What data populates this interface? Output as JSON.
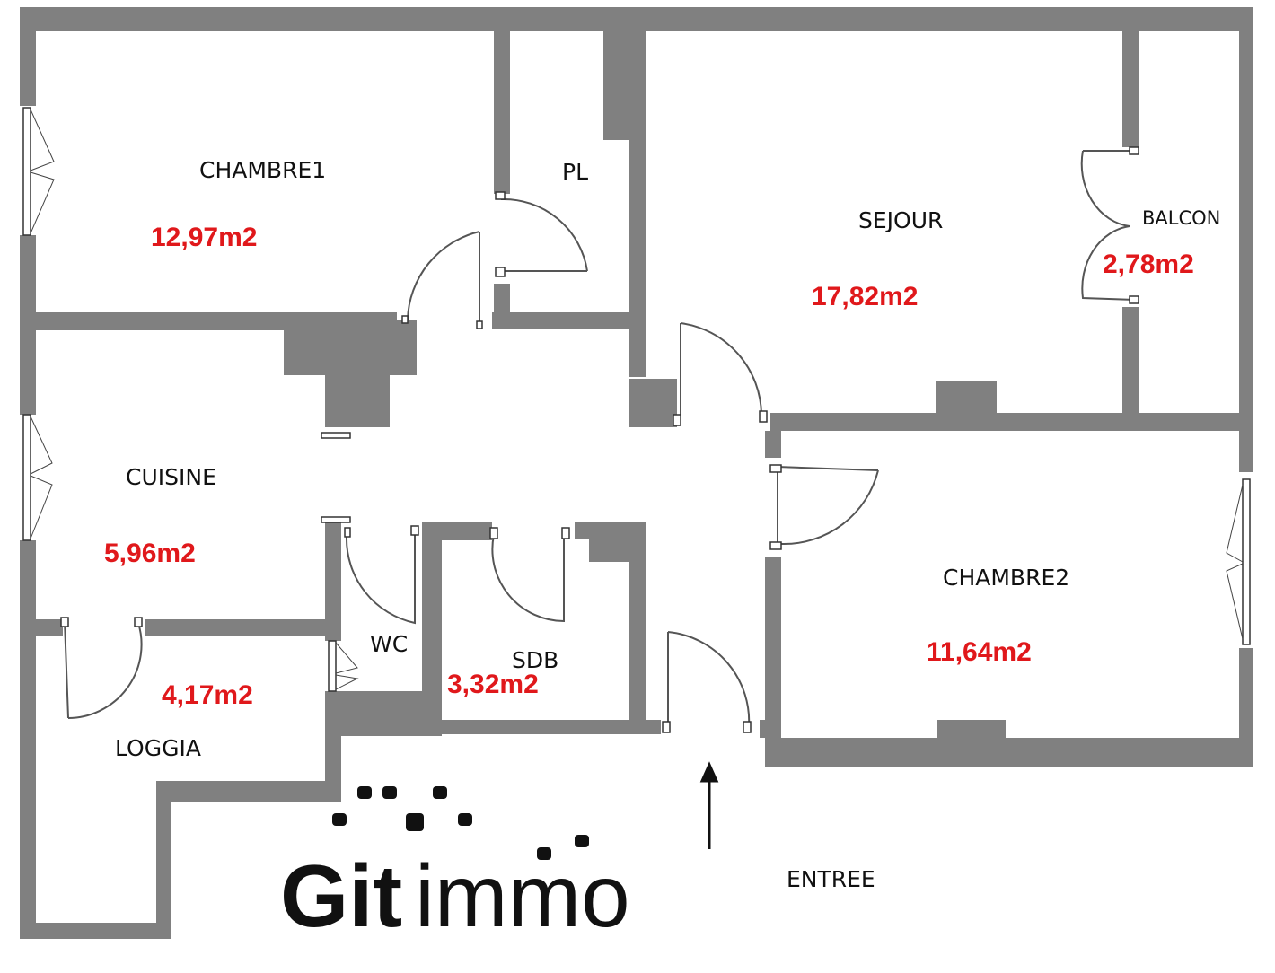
{
  "rooms": {
    "chambre1": {
      "name": "CHAMBRE1",
      "area": "12,97m2"
    },
    "pl": {
      "name": "PL"
    },
    "sejour": {
      "name": "SEJOUR",
      "area": "17,82m2"
    },
    "balcon": {
      "name": "BALCON",
      "area": "2,78m2"
    },
    "cuisine": {
      "name": "CUISINE",
      "area": "5,96m2"
    },
    "wc": {
      "name": "WC"
    },
    "sdb": {
      "name": "SDB",
      "area": "3,32m2"
    },
    "chambre2": {
      "name": "CHAMBRE2",
      "area": "11,64m2"
    },
    "loggia": {
      "name": "LOGGIA",
      "area": "4,17m2"
    },
    "entree": {
      "name": "ENTREE"
    }
  },
  "logo": {
    "brand_bold": "Git",
    "brand_light": "immo"
  },
  "colors": {
    "wall": "#808080",
    "area_text": "#e0181b",
    "label_text": "#111111"
  }
}
